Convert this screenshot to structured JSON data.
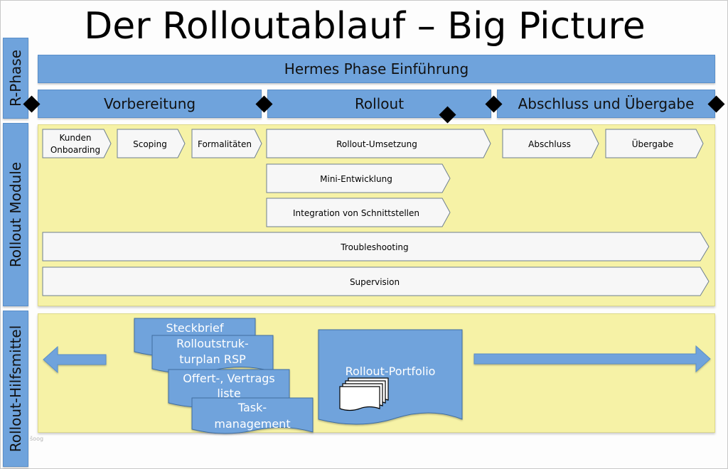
{
  "title": "Der Rolloutablauf – Big Picture",
  "top_phase": "Hermes Phase Einführung",
  "sidebar": {
    "phase": "R-Phase",
    "modules": "Rollout Module",
    "tools": "Rollout-Hilfsmittel"
  },
  "phases": [
    "Vorbereitung",
    "Rollout",
    "Abschluss und Übergabe"
  ],
  "modules": {
    "kunden_onboarding": [
      "Kunden",
      "Onboarding"
    ],
    "scoping": "Scoping",
    "formalitaeten": "Formalitäten",
    "rollout_umsetzung": "Rollout-Umsetzung",
    "abschluss": "Abschluss",
    "uebergabe": "Übergabe",
    "mini_entwicklung": "Mini-Entwicklung",
    "integration": "Integration von Schnittstellen",
    "troubleshooting": "Troubleshooting",
    "supervision": "Supervision"
  },
  "tools": {
    "steckbrief": "Steckbrief",
    "rsp": [
      "Rolloutstruk-",
      "turplan RSP"
    ],
    "offert": [
      "Offert-, Vertrags",
      "liste"
    ],
    "task": [
      "Task-",
      "management"
    ],
    "portfolio": "Rollout-Portfolio"
  },
  "colors": {
    "blue": "#6fa3dc",
    "blue_dark": "#5a8fc9",
    "yellow": "#f6f2a6",
    "chevron_fill": "#f7f7f7",
    "chevron_stroke": "#6e7f91"
  },
  "watermark": "šoog"
}
